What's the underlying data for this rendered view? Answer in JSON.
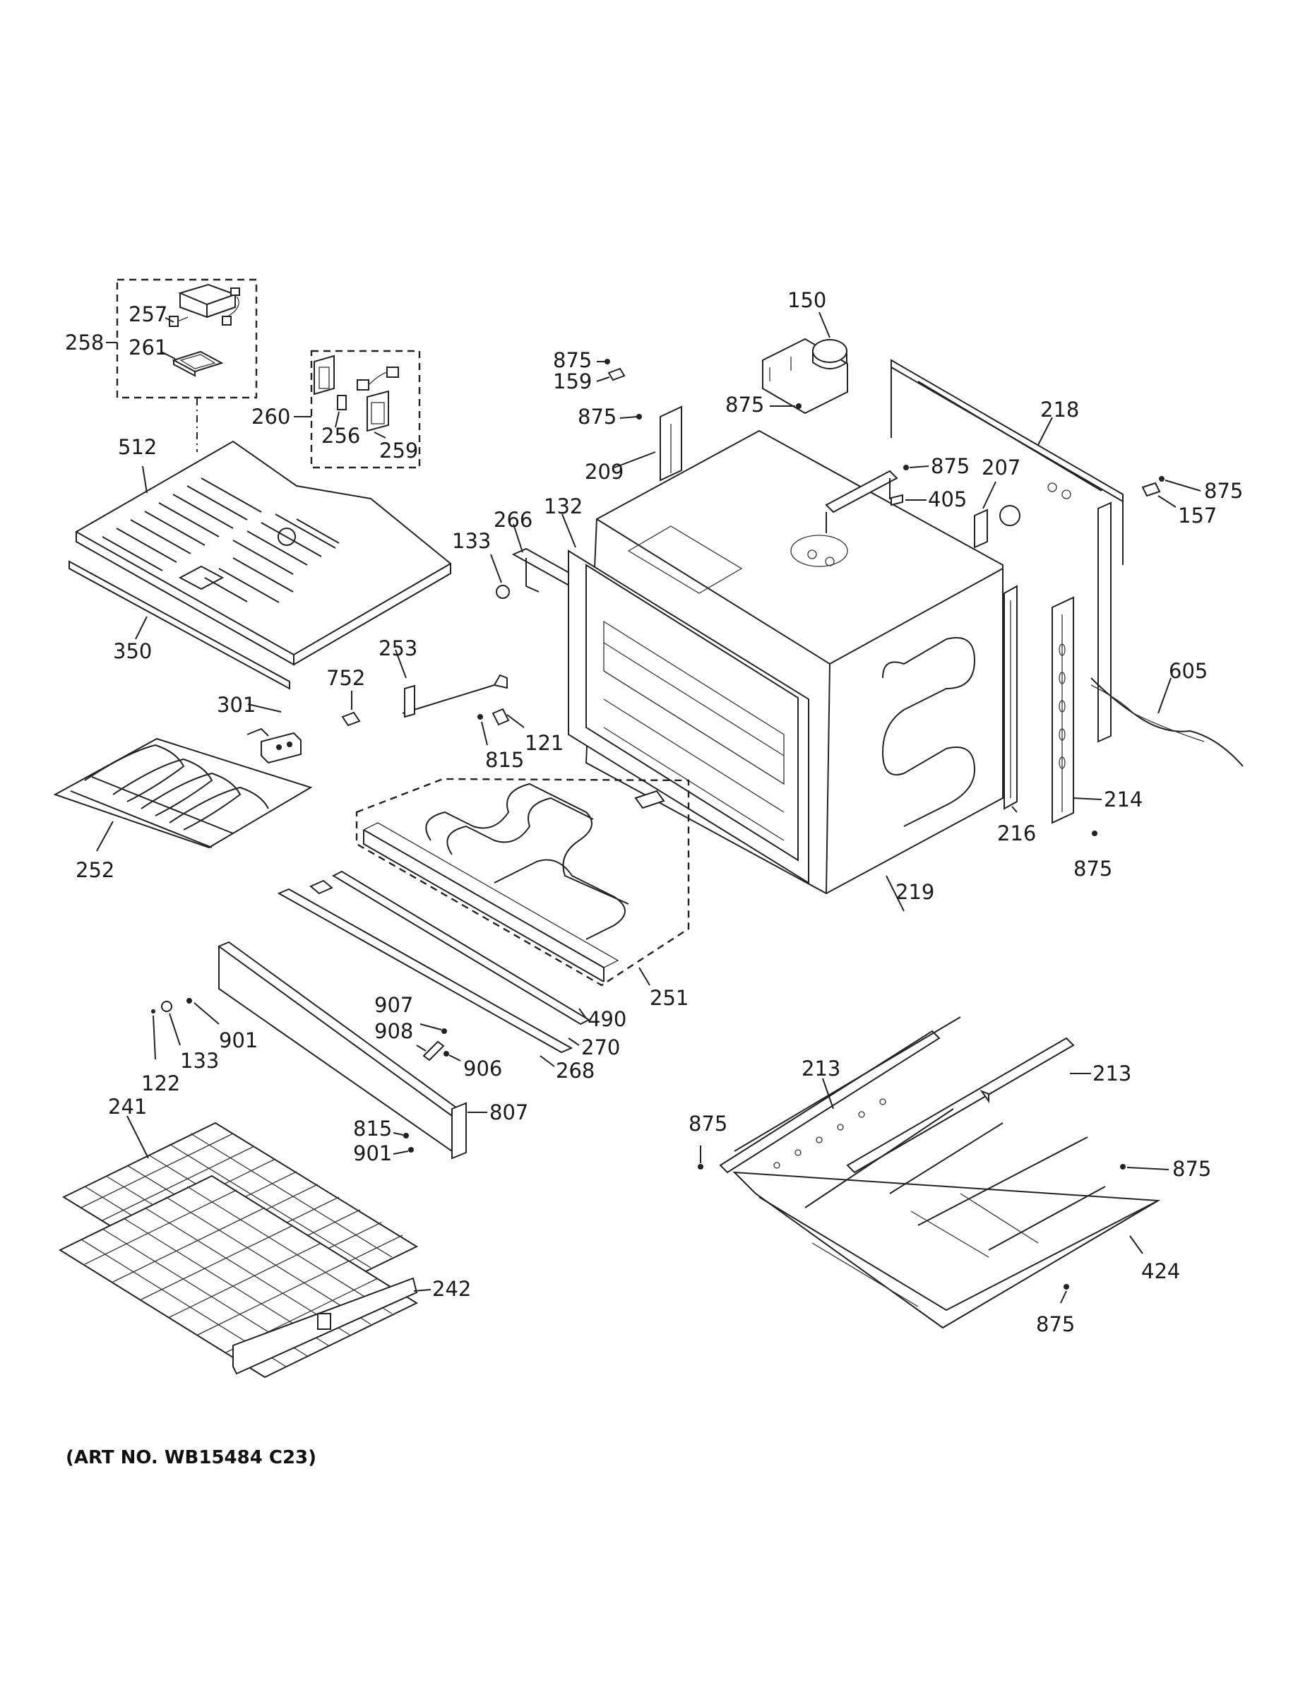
{
  "art_number": "(ART NO. WB15484 C23)",
  "callouts": [
    "258",
    "257",
    "261",
    "260",
    "256",
    "259",
    "512",
    "350",
    "301",
    "252",
    "133",
    "266",
    "132",
    "253",
    "752",
    "121",
    "815",
    "209",
    "875",
    "159",
    "150",
    "218",
    "207",
    "405",
    "157",
    "605",
    "214",
    "216",
    "219",
    "251",
    "490",
    "270",
    "268",
    "907",
    "908",
    "906",
    "807",
    "901",
    "122",
    "241",
    "242",
    "213",
    "424"
  ]
}
